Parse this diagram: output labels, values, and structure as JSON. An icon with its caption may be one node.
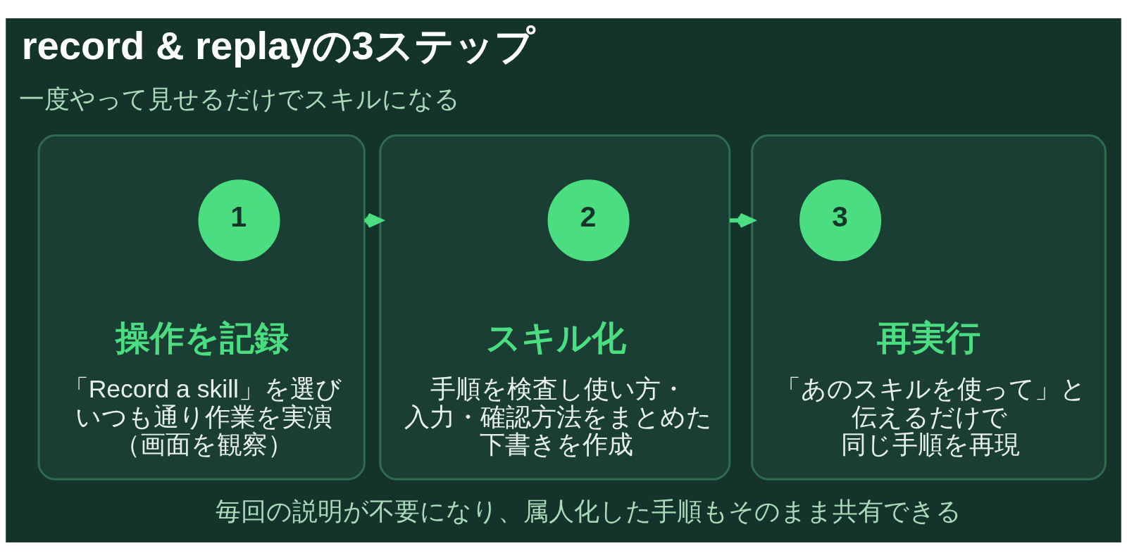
{
  "diagram": {
    "title": "record & replayの3ステップ",
    "caption": "毎回の説明が不要になり、属人化した手順もそのまま共有できる",
    "nodes": [
      {
        "text": [
          "操作を記録",
          "「Record a skill」を選びいつも通り作業を実演（画面を観察）"
        ]
      },
      {
        "text": [
          "1"
        ],
        "in": 0
      },
      {
        "text": [
          "スキル化",
          "手順を検査し使い方・入力・確認方法をまとめた下書きを作成"
        ]
      },
      {
        "text": [
          "2"
        ],
        "in": 2
      },
      {
        "text": [
          "再実行",
          "「あのスキルを使って」と伝えるだけで同じ手順を再現"
        ]
      },
      {
        "text": [
          "3"
        ],
        "in": 4
      }
    ],
    "edges": [
      {
        "from": 0,
        "to": 2,
        "arrow": "to"
      },
      {
        "from": 2,
        "to": 4,
        "arrow": "to"
      }
    ],
    "labels": [
      "一度やって見せるだけでスキルになる"
    ]
  }
}
